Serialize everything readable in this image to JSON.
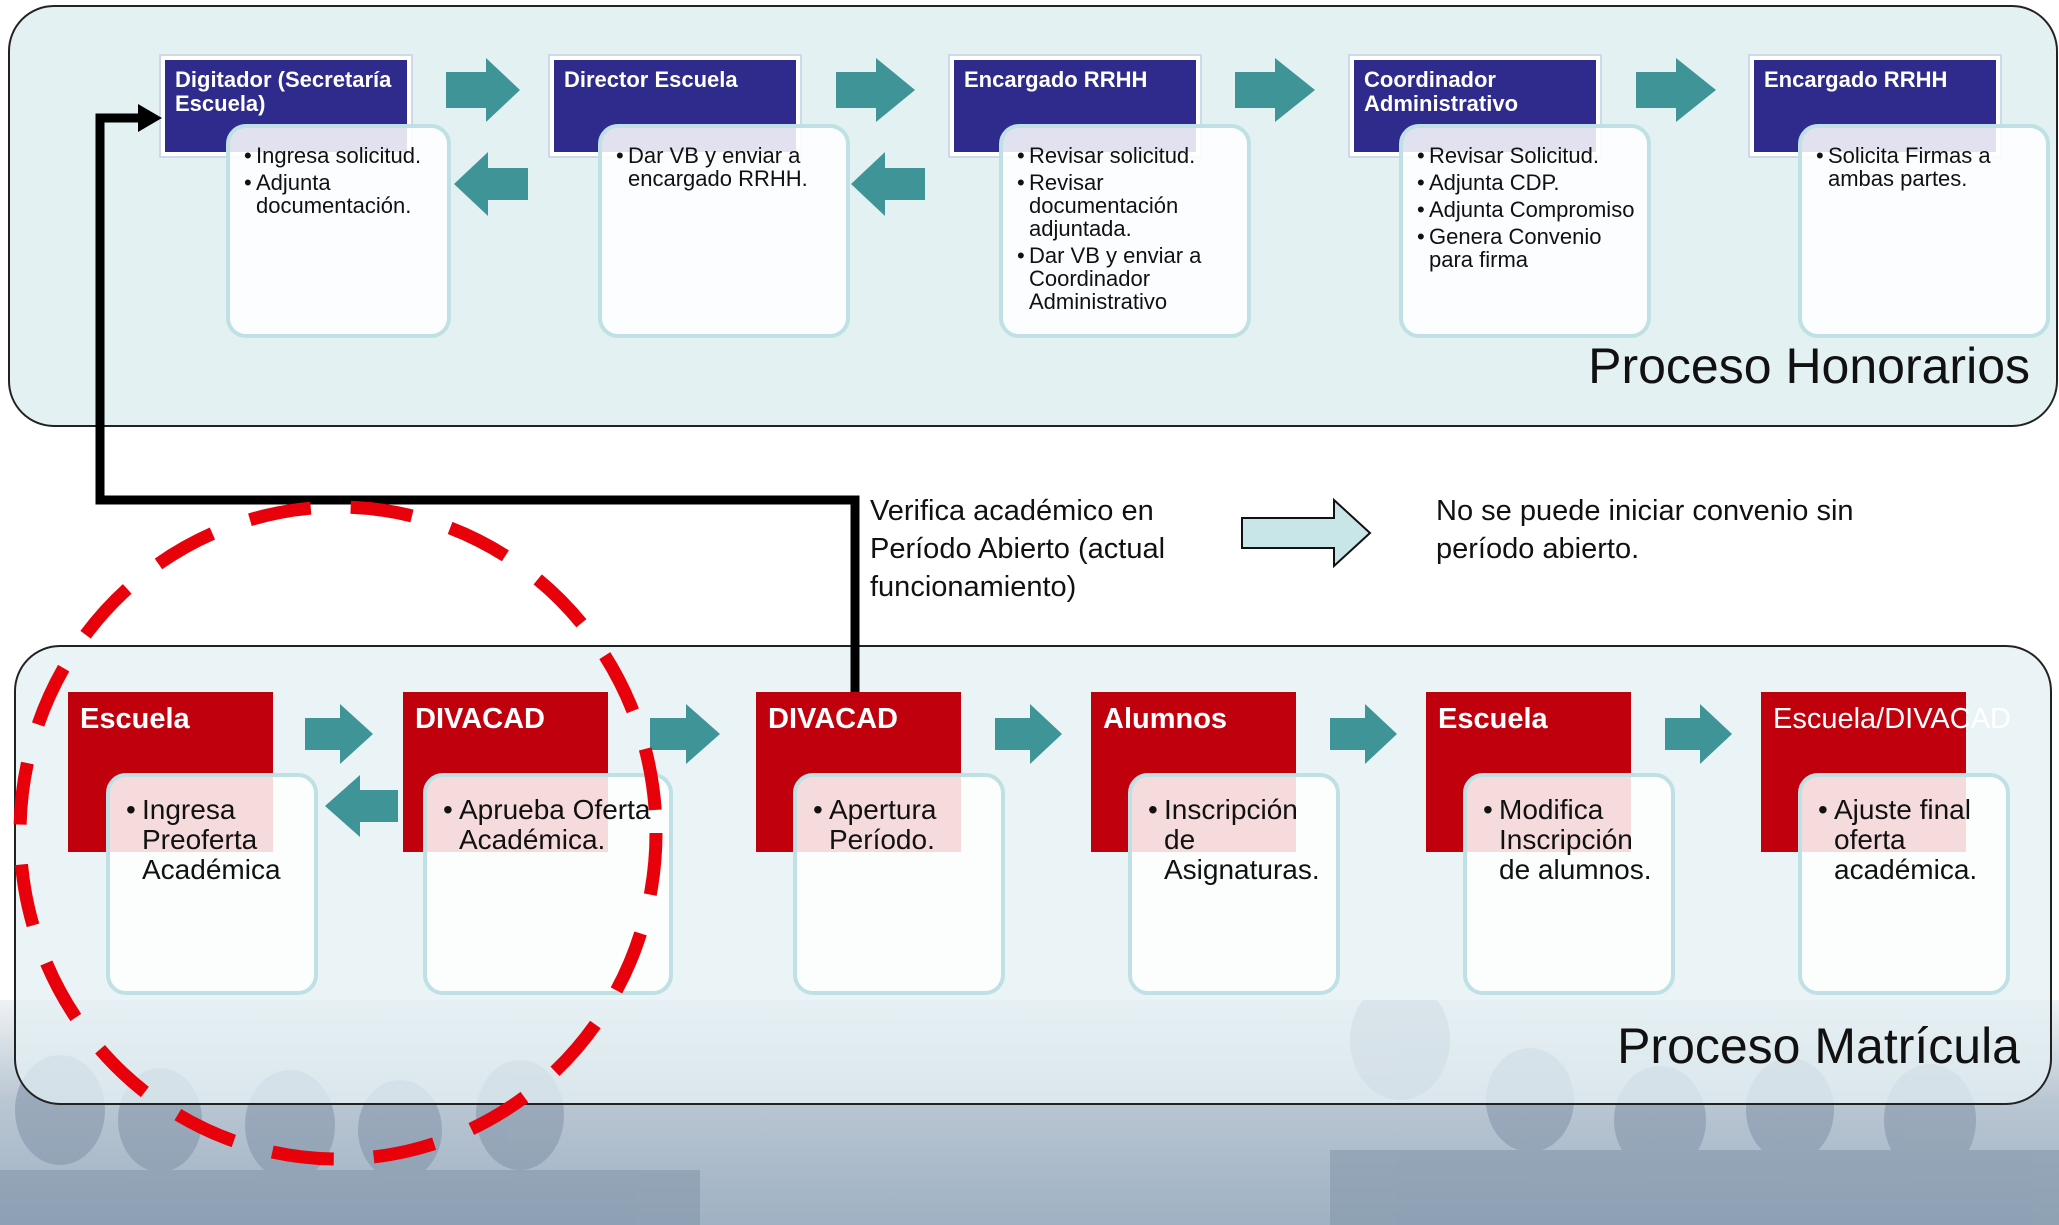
{
  "honorarios": {
    "title": "Proceso Honorarios",
    "steps": [
      {
        "header": "Digitador (Secretaría Escuela)",
        "items": [
          "Ingresa solicitud.",
          "Adjunta documentación."
        ]
      },
      {
        "header": "Director Escuela",
        "items": [
          "Dar VB y enviar a encargado RRHH."
        ]
      },
      {
        "header": "Encargado RRHH",
        "items": [
          "Revisar solicitud.",
          "Revisar documentación adjuntada.",
          "Dar VB y enviar a Coordinador Administrativo"
        ]
      },
      {
        "header": "Coordinador Administrativo",
        "items": [
          "Revisar Solicitud.",
          "Adjunta CDP.",
          "Adjunta Compromiso",
          "Genera Convenio para firma"
        ]
      },
      {
        "header": "Encargado RRHH",
        "items": [
          "Solicita Firmas a ambas partes."
        ]
      }
    ]
  },
  "matricula": {
    "title": "Proceso Matrícula",
    "steps": [
      {
        "header": "Escuela",
        "items": [
          "Ingresa Preoferta Académica"
        ]
      },
      {
        "header": "DIVACAD",
        "items": [
          "Aprueba Oferta Académica."
        ]
      },
      {
        "header": "DIVACAD",
        "items": [
          "Apertura Período."
        ]
      },
      {
        "header": "Alumnos",
        "items": [
          "Inscripción de Asignaturas."
        ]
      },
      {
        "header": "Escuela",
        "items": [
          "Modifica Inscripción de alumnos."
        ]
      },
      {
        "header": "Escuela/DIVACAD",
        "items": [
          "Ajuste final oferta académica."
        ]
      }
    ]
  },
  "notes": {
    "verifica": "Verifica académico en Período Abierto (actual funcionamiento)",
    "no_se_puede": "No se puede iniciar convenio sin período abierto."
  },
  "colors": {
    "blue_header": "#2e2b8d",
    "red_header": "#c0000d",
    "teal_arrow": "#3f9497",
    "dashed_circle": "#e8000b",
    "panel_bg": "#e4f1f3"
  }
}
